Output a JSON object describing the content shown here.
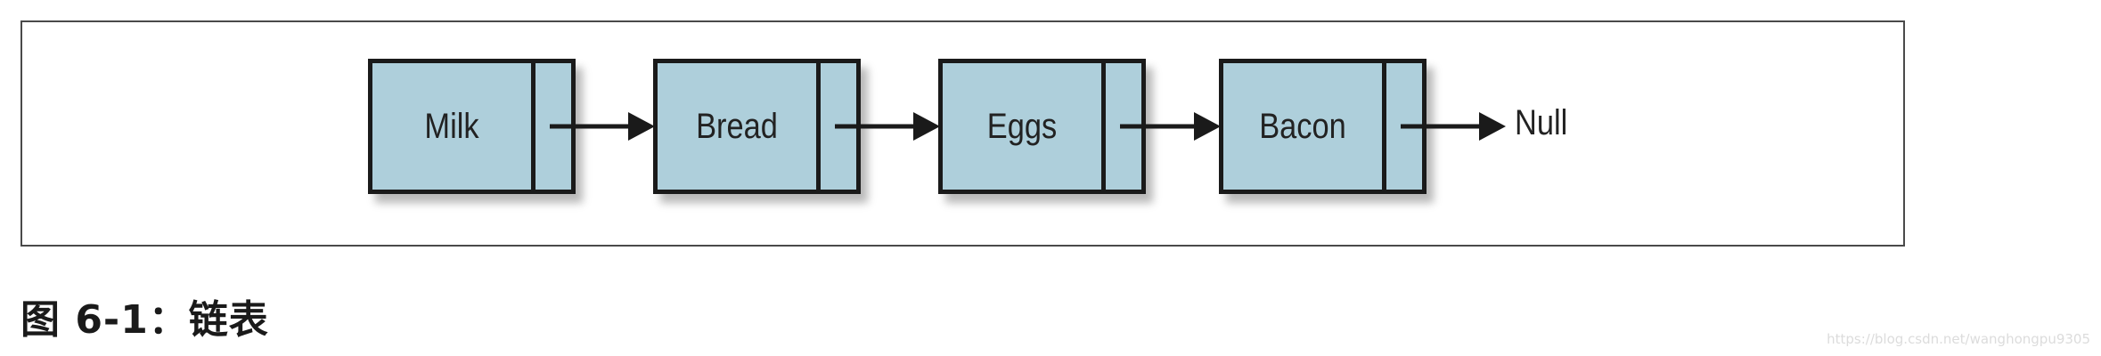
{
  "diagram": {
    "nodes": [
      {
        "label": "Milk"
      },
      {
        "label": "Bread"
      },
      {
        "label": "Eggs"
      },
      {
        "label": "Bacon"
      }
    ],
    "terminal_label": "Null",
    "node_fill": "#aecfdb",
    "stroke": "#1a1a1a"
  },
  "caption": "图 6-1：链表",
  "watermark": "https://blog.csdn.net/wanghongpu9305"
}
